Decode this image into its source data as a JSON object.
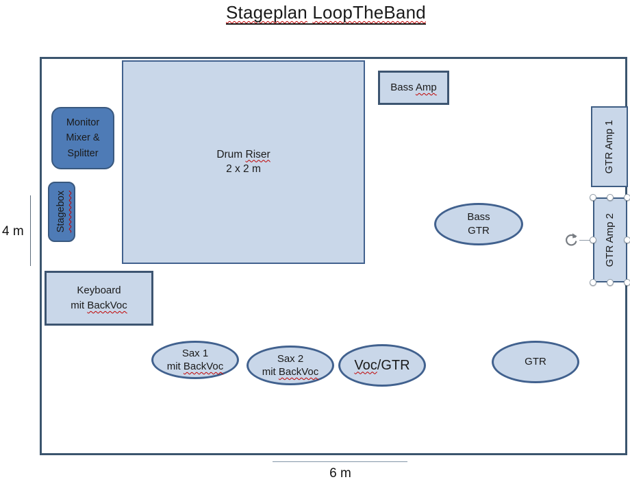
{
  "title": {
    "text": "Stageplan LoopTheBand",
    "bad": [
      "Stageplan",
      "LoopTheBand"
    ]
  },
  "dimensions": {
    "height_label": "4 m",
    "width_label": "6 m"
  },
  "shapes": {
    "drum_riser": {
      "line1": {
        "text": "Drum Riser",
        "bad": [
          "Riser"
        ]
      },
      "line2": {
        "text": "2 x 2 m",
        "bad": []
      }
    },
    "bass_amp": {
      "line1": {
        "text": "Bass Amp",
        "bad": [
          "Amp"
        ]
      }
    },
    "monitor_mixer": {
      "line1": {
        "text": "Monitor",
        "bad": []
      },
      "line2": {
        "text": "Mixer &",
        "bad": []
      },
      "line3": {
        "text": "Splitter",
        "bad": []
      }
    },
    "stagebox": {
      "line1": {
        "text": "Stagebox",
        "bad": [
          "Stagebox"
        ]
      }
    },
    "keyboard": {
      "line1": {
        "text": "Keyboard",
        "bad": []
      },
      "line2": {
        "text": "mit BackVoc",
        "bad": [
          "BackVoc"
        ]
      }
    },
    "bass_gtr": {
      "line1": {
        "text": "Bass",
        "bad": []
      },
      "line2": {
        "text": "GTR",
        "bad": []
      }
    },
    "sax1": {
      "line1": {
        "text": "Sax 1",
        "bad": []
      },
      "line2": {
        "text": "mit BackVoc",
        "bad": [
          "BackVoc"
        ]
      }
    },
    "sax2": {
      "line1": {
        "text": "Sax 2",
        "bad": []
      },
      "line2": {
        "text": "mit BackVoc",
        "bad": [
          "BackVoc"
        ]
      }
    },
    "voc_gtr": {
      "line1": {
        "text": "Voc/GTR",
        "bad": [
          "Voc"
        ]
      }
    },
    "gtr": {
      "line1": {
        "text": "GTR",
        "bad": []
      }
    },
    "gtr_amp1": {
      "line1": {
        "text": "GTR Amp 1",
        "bad": []
      }
    },
    "gtr_amp2": {
      "line1": {
        "text": "GTR Amp 2",
        "bad": []
      }
    }
  },
  "selection": {
    "selected_shape": "GTR Amp 2"
  },
  "colors": {
    "stage_border": "#3b556e",
    "light_fill": "#c9d7e9",
    "light_border": "#41618e",
    "slate_border": "#3d5571",
    "dark_fill": "#4e7bb6",
    "dark_border": "#39587e",
    "squiggle_red": "#c00000",
    "handle_border": "#8e9aa6"
  }
}
